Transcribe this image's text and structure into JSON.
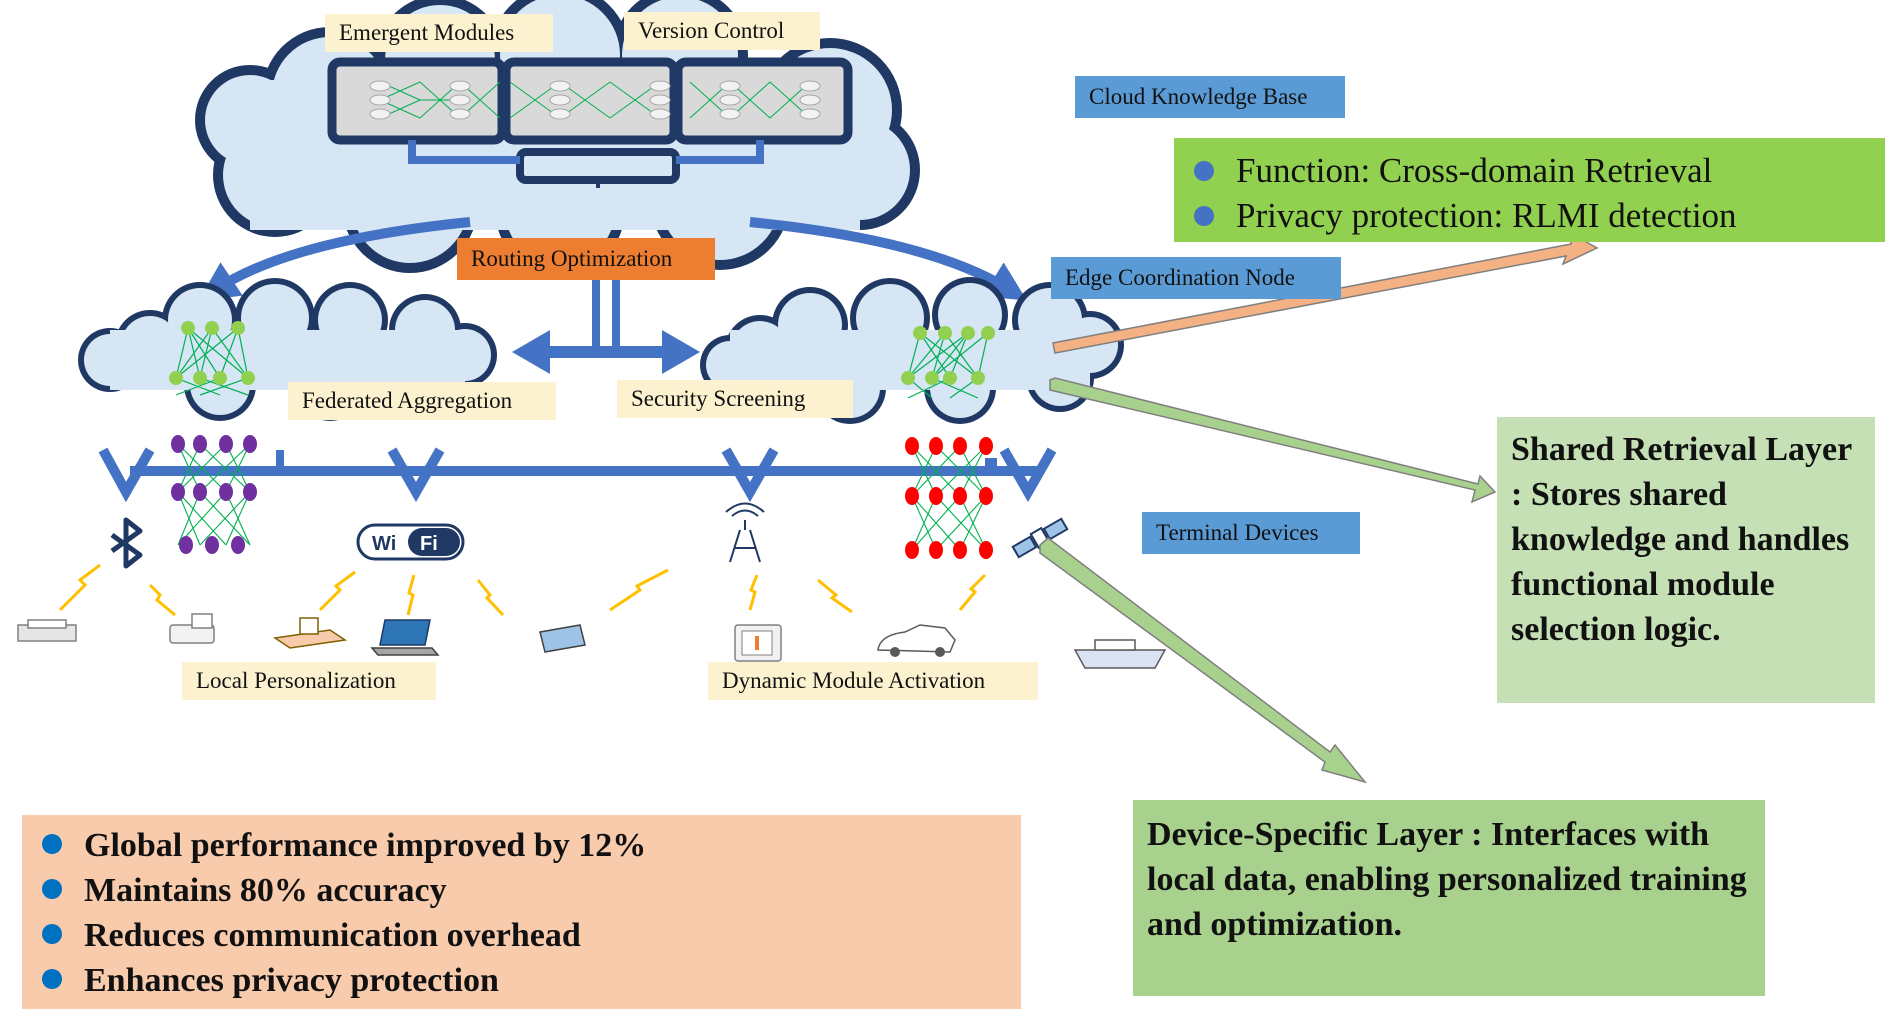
{
  "labels": {
    "emergent_modules": "Emergent Modules",
    "version_control": "Version Control",
    "cloud_knowledge_base": "Cloud Knowledge Base",
    "routing_optimization": "Routing Optimization",
    "edge_coordination_node": "Edge Coordination Node",
    "federated_aggregation": "Federated Aggregation",
    "security_screening": "Security Screening",
    "terminal_devices": "Terminal Devices",
    "local_personalization": "Local Personalization",
    "dynamic_module_activation": "Dynamic Module Activation",
    "wifi_left": "Wi",
    "wifi_right": "Fi"
  },
  "cloud_panel": {
    "items": [
      "Function: Cross-domain Retrieval",
      "Privacy protection: RLMI detection"
    ]
  },
  "shared_layer": {
    "text": "Shared Retrieval Layer : Stores shared knowledge and handles functional module selection logic."
  },
  "device_layer": {
    "text": "Device-Specific Layer : Interfaces with local data, enabling personalized training and optimization."
  },
  "benefits": {
    "items": [
      "Global performance improved by 12%",
      "Maintains 80% accuracy",
      "Reduces communication overhead",
      "Enhances privacy protection"
    ]
  },
  "colors": {
    "cloud_fill": "#d6e6f5",
    "cloud_outline": "#203864",
    "arrow_blue": "#4472c4",
    "net_green": "#00b050",
    "node_green": "#92d050",
    "node_purple": "#7030a0",
    "node_red": "#ff0000",
    "panel_green": "#92d050",
    "panel_lightgreen": "#c5e0b4",
    "panel_midgreen": "#a9d18e",
    "panel_peach": "#f8cbad",
    "arrow_peach": "#f4b183"
  }
}
